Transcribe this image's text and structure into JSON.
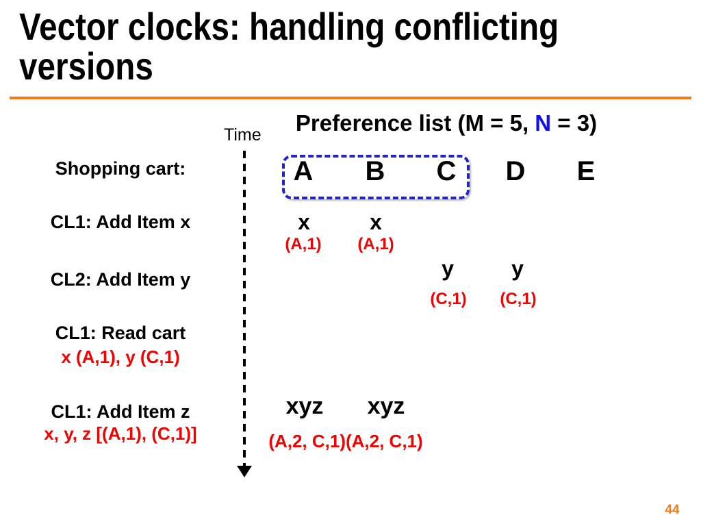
{
  "title": {
    "line1": "Vector clocks: handling conflicting",
    "line2": "versions"
  },
  "header": {
    "pref_before": "Preference list (M = 5, ",
    "n_label": "N",
    "pref_after": " = 3)",
    "time_label": "Time"
  },
  "nodes": [
    "A",
    "B",
    "C",
    "D",
    "E"
  ],
  "timeline_labels": [
    {
      "label": "Shopping cart:"
    },
    {
      "label": "CL1: Add Item x"
    },
    {
      "label": "CL2: Add Item y"
    },
    {
      "label": "CL1: Read cart",
      "detail": "x (A,1), y (C,1)"
    },
    {
      "label": "CL1: Add Item z",
      "detail": "x, y, z [(A,1), (C,1)]"
    }
  ],
  "events": {
    "add_x": {
      "value_a": "x",
      "value_b": "x",
      "clock_a": "(A,1)",
      "clock_b": "(A,1)"
    },
    "add_y": {
      "value_c": "y",
      "value_d": "y",
      "clock_c": "(C,1)",
      "clock_d": "(C,1)"
    },
    "add_z": {
      "value_a": "xyz",
      "value_b": "xyz",
      "clocks_combined": "(A,2, C,1)(A,2, C,1)"
    }
  },
  "colors": {
    "accent_orange": "#EE7B1E",
    "highlight_red": "#F40000",
    "n_blue": "#1010F0",
    "box_blue": "#2323CC"
  },
  "page_number": "44"
}
